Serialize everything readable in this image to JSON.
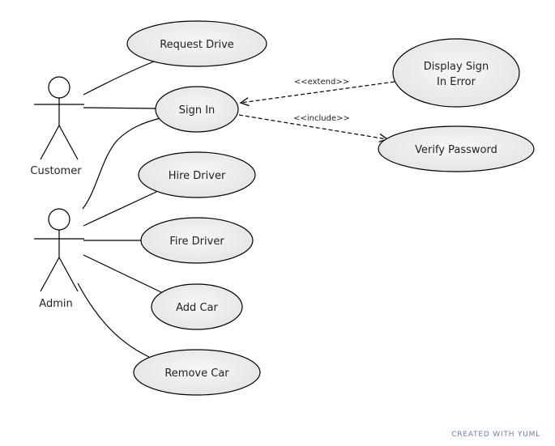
{
  "actors": {
    "customer": "Customer",
    "admin": "Admin"
  },
  "use_cases": {
    "request_drive": "Request Drive",
    "sign_in": "Sign In",
    "display_sign_in_error_line1": "Display Sign",
    "display_sign_in_error_line2": "In Error",
    "verify_password": "Verify Password",
    "hire_driver": "Hire Driver",
    "fire_driver": "Fire Driver",
    "add_car": "Add Car",
    "remove_car": "Remove Car"
  },
  "relations": {
    "extend": "<<extend>>",
    "include": "<<include>>"
  },
  "footer": {
    "credit": "CREATED WITH YUML"
  }
}
